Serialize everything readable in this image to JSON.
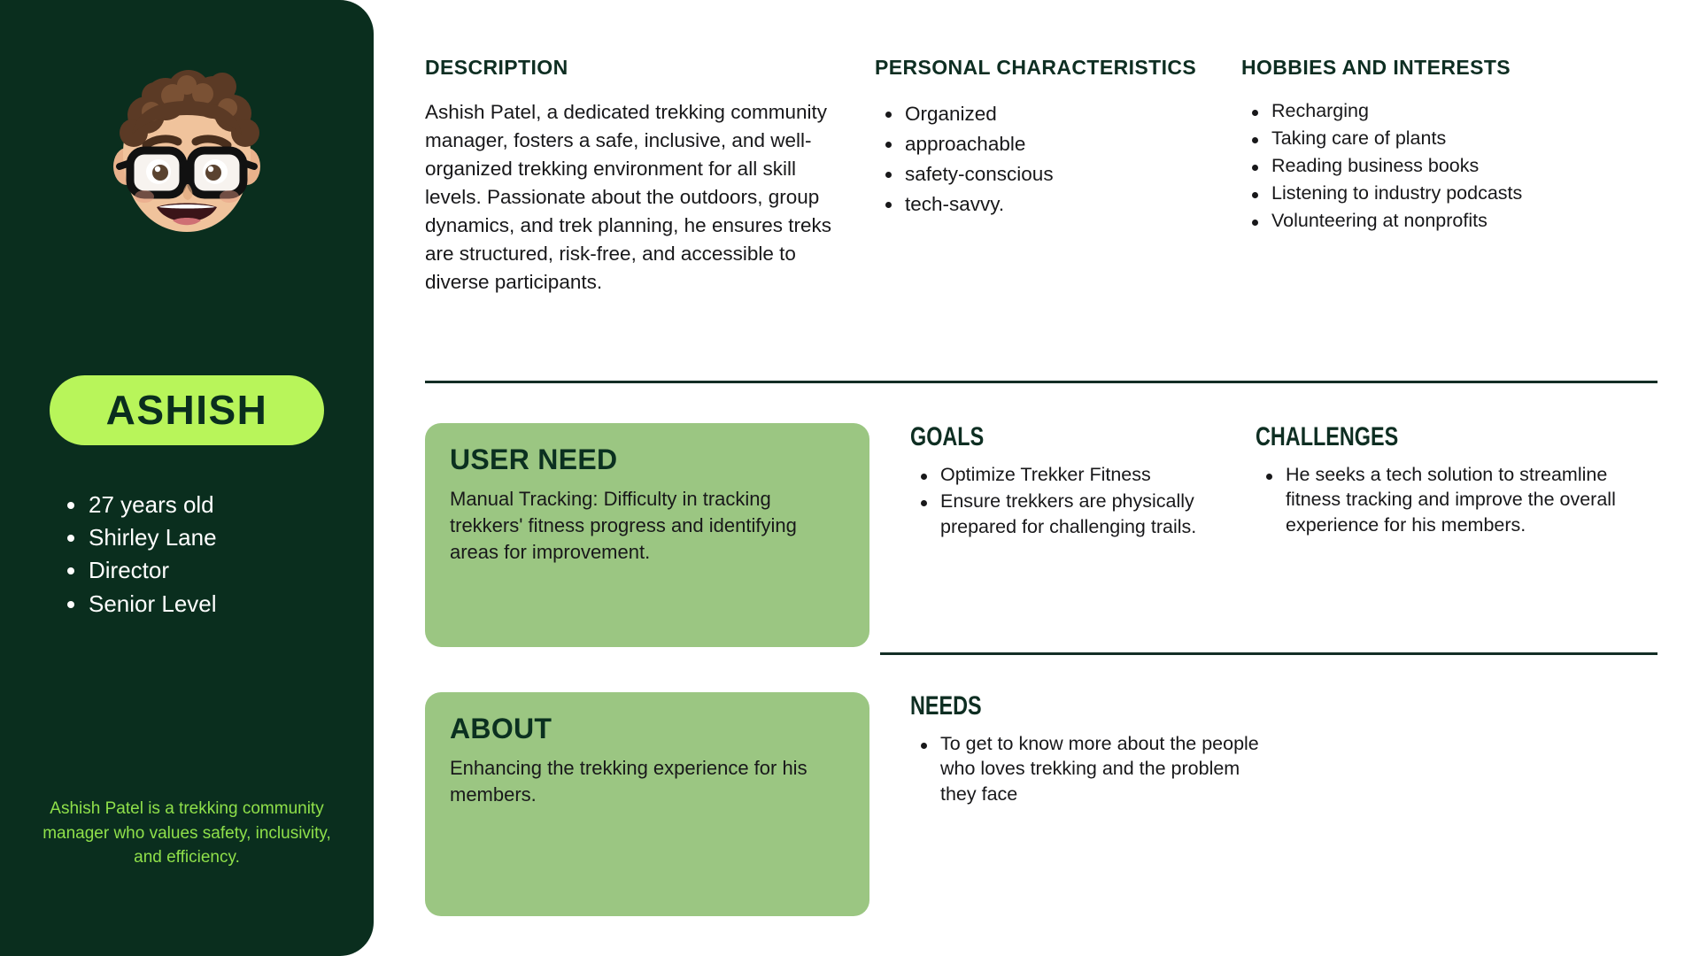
{
  "persona": {
    "name": "ASHISH",
    "avatar_icon": "memoji-avatar-icon",
    "facts": [
      "27 years old",
      "Shirley Lane",
      "Director",
      "Senior Level"
    ],
    "caption": "Ashish Patel is a trekking community manager who values safety, inclusivity, and efficiency."
  },
  "description": {
    "heading": "DESCRIPTION",
    "text": "Ashish Patel, a dedicated trekking community manager, fosters a safe, inclusive, and well-organized trekking environment for all skill levels. Passionate about the outdoors, group dynamics, and trek planning, he ensures treks are structured, risk-free, and accessible to diverse participants."
  },
  "personal_characteristics": {
    "heading": "PERSONAL CHARACTERISTICS",
    "items": [
      "Organized",
      "approachable",
      "safety-conscious",
      "tech-savvy."
    ]
  },
  "hobbies": {
    "heading": "HOBBIES AND INTERESTS",
    "items": [
      "Recharging",
      "Taking care of plants",
      "Reading business books",
      "Listening to industry podcasts",
      "Volunteering at nonprofits"
    ]
  },
  "user_need": {
    "title": "USER NEED",
    "text": "Manual Tracking: Difficulty in tracking trekkers' fitness progress and identifying areas for improvement."
  },
  "goals": {
    "heading": "GOALS",
    "items": [
      "Optimize Trekker Fitness",
      " Ensure trekkers are physically prepared for challenging trails."
    ]
  },
  "challenges": {
    "heading": "CHALLENGES",
    "items": [
      "He seeks a tech solution to streamline fitness tracking and improve the overall experience for his members."
    ]
  },
  "about": {
    "title": "ABOUT",
    "text": "Enhancing the trekking experience for his members."
  },
  "needs": {
    "heading": "NEEDS",
    "items": [
      "To get to know more about the people who loves trekking and the problem they face"
    ]
  },
  "colors": {
    "sidebar_bg": "#0a2e1e",
    "name_pill_bg": "#b8f55a",
    "card_bg": "#9bc682",
    "caption_text": "#8fe04a",
    "heading_text": "#0e2e22",
    "body_text": "#18181a",
    "divider": "#132e25"
  }
}
